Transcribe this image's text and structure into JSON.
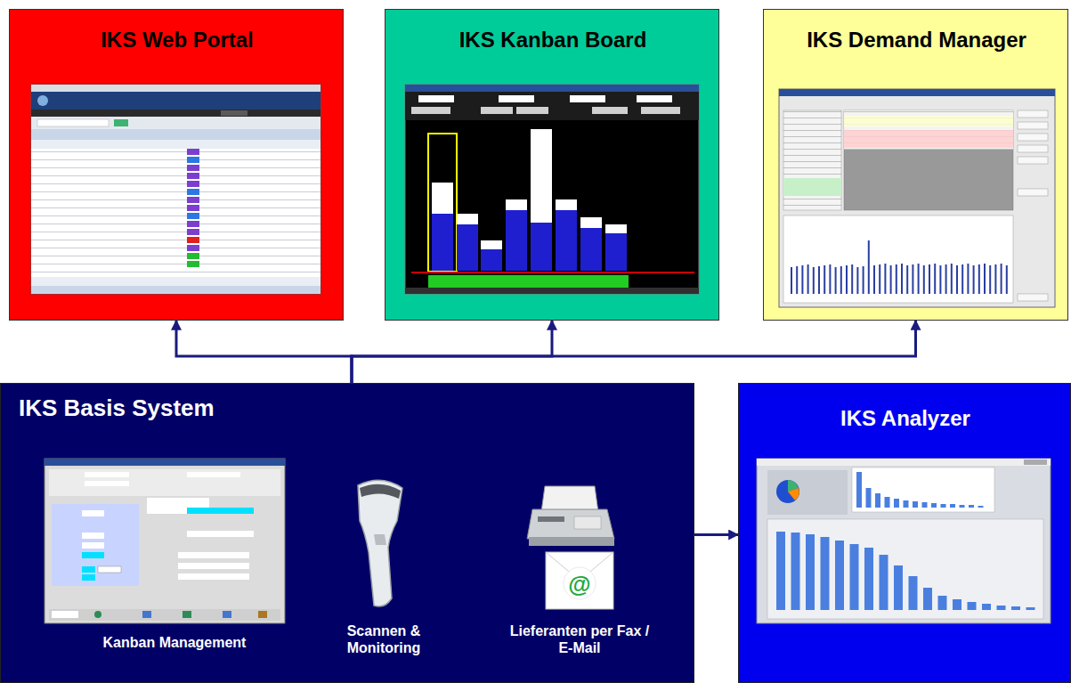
{
  "diagram": {
    "nodes": [
      {
        "text": [
          "IKS Web Portal"
        ]
      },
      {
        "text": [
          "IKS Kanban Board"
        ]
      },
      {
        "text": [
          "IKS Demand Manager"
        ]
      },
      {
        "text": [
          "IKS Basis System",
          "Kanban Management",
          "Scannen & Monitoring",
          "Lieferanten per Fax / E-Mail"
        ]
      },
      {
        "text": [
          "IKS Analyzer"
        ]
      }
    ],
    "edges": [
      {
        "from": 3,
        "to": 0,
        "arrow": "to"
      },
      {
        "from": 3,
        "to": 1,
        "arrow": "to"
      },
      {
        "from": 3,
        "to": 2,
        "arrow": "to"
      },
      {
        "from": 3,
        "to": 4,
        "arrow": "to"
      }
    ],
    "labels": [
      "@"
    ]
  }
}
